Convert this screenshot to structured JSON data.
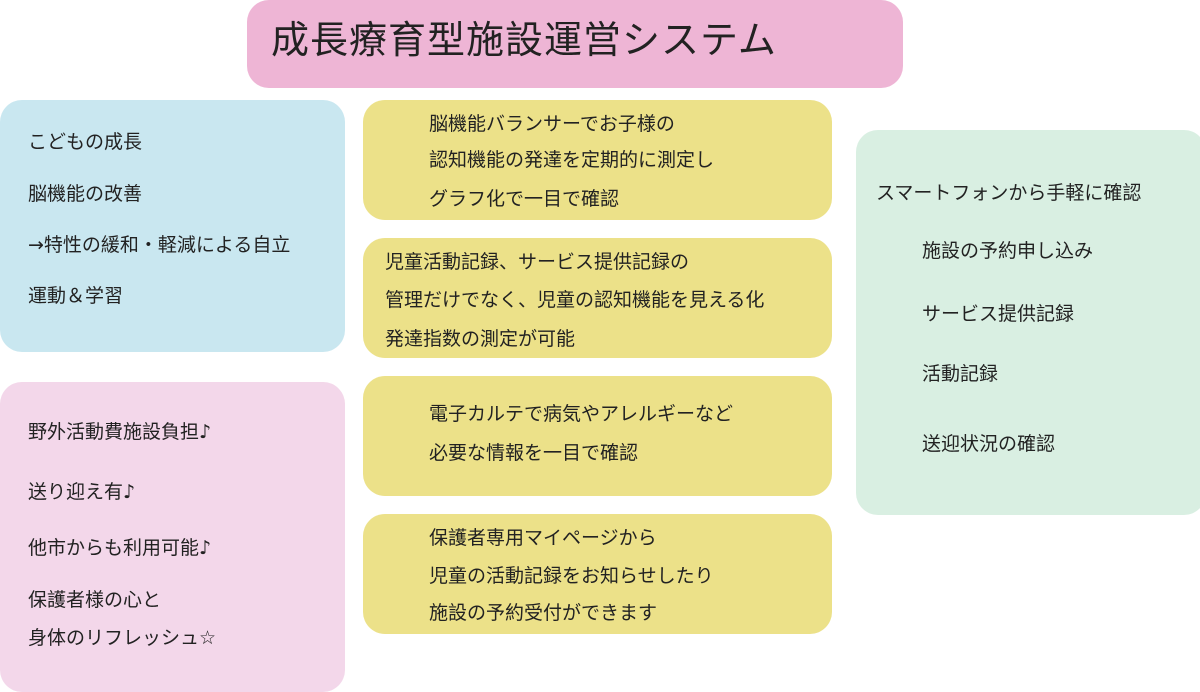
{
  "title": "成長療育型施設運営システム",
  "colors": {
    "title_bg": "#eeb5d5",
    "blue_bg": "#c9e7f0",
    "pink_bg": "#f3d7ea",
    "yellow_bg": "#ece189",
    "green_bg": "#d9efe2"
  },
  "blue_box": {
    "lines": [
      "こどもの成長",
      "脳機能の改善",
      "→特性の緩和・軽減による自立",
      "運動＆学習"
    ]
  },
  "pink_box": {
    "lines": [
      "野外活動費施設負担♪",
      "送り迎え有♪",
      "他市からも利用可能♪",
      "保護者様の心と",
      "身体のリフレッシュ☆"
    ]
  },
  "yellow_boxes": [
    {
      "lines": [
        "脳機能バランサーでお子様の",
        "認知機能の発達を定期的に測定し",
        "グラフ化で一目で確認"
      ]
    },
    {
      "lines": [
        "児童活動記録、サービス提供記録の",
        "管理だけでなく、児童の認知機能を見える化",
        "発達指数の測定が可能"
      ]
    },
    {
      "lines": [
        "電子カルテで病気やアレルギーなど",
        "必要な情報を一目で確認"
      ]
    },
    {
      "lines": [
        "保護者専用マイページから",
        "児童の活動記録をお知らせしたり",
        "施設の予約受付ができます"
      ]
    }
  ],
  "green_box": {
    "heading": "スマートフォンから手軽に確認",
    "items": [
      "施設の予約申し込み",
      "サービス提供記録",
      "活動記録",
      "送迎状況の確認"
    ]
  }
}
